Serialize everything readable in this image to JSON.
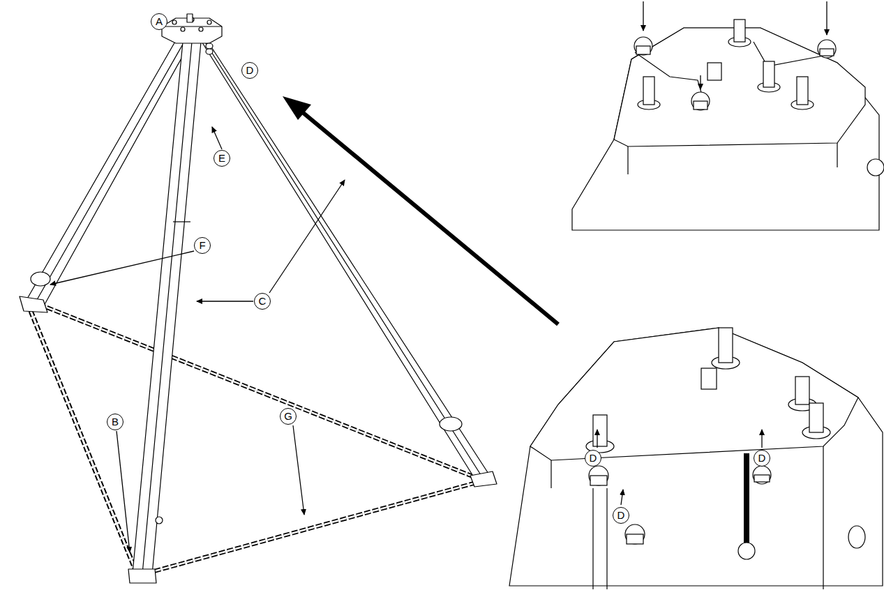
{
  "diagram": {
    "labels": [
      "A",
      "D",
      "E",
      "F",
      "C",
      "G",
      "B",
      "D",
      "D",
      "D"
    ]
  }
}
